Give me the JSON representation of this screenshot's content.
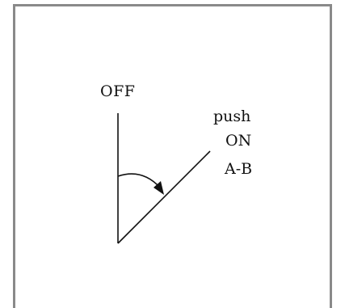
{
  "diagram": {
    "labels": {
      "off": "OFF",
      "push": "push",
      "on": "ON",
      "ab": "A-B"
    },
    "colors": {
      "border": "#8a8a8a",
      "ink": "#111111",
      "background": "#ffffff"
    }
  }
}
